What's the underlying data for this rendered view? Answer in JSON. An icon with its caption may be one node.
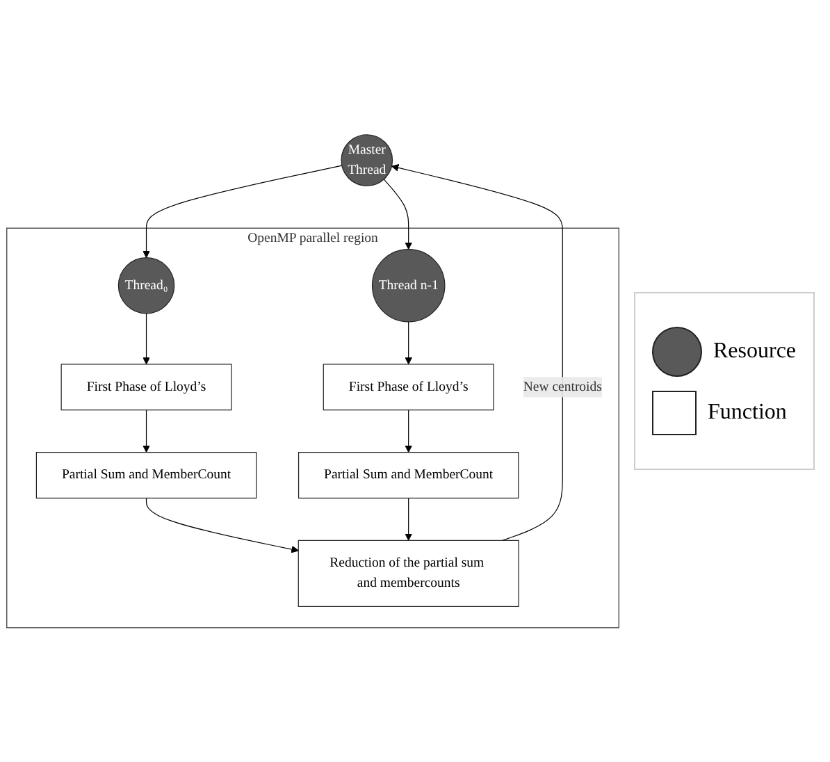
{
  "diagram": {
    "nodes": [
      {
        "text": [
          "Master",
          "Thread"
        ]
      },
      {
        "text": [
          "OpenMP parallel region"
        ]
      },
      {
        "text": [
          "Thread₀"
        ],
        "in": 1
      },
      {
        "text": [
          "Thread n-1"
        ],
        "in": 1
      },
      {
        "text": [
          "First Phase of Lloyd’s"
        ],
        "in": 1
      },
      {
        "text": [
          "First Phase of Lloyd’s"
        ],
        "in": 1
      },
      {
        "text": [
          "Partial Sum and MemberCount"
        ],
        "in": 1
      },
      {
        "text": [
          "Partial Sum and MemberCount"
        ],
        "in": 1
      },
      {
        "text": [
          "Reduction of the partial sum and membercounts"
        ],
        "in": 1
      }
    ],
    "edges": [
      {
        "from": 0,
        "to": 2,
        "arrow": "to"
      },
      {
        "from": 0,
        "to": 3,
        "arrow": "to"
      },
      {
        "from": 2,
        "to": 4,
        "arrow": "to"
      },
      {
        "from": 3,
        "to": 5,
        "arrow": "to"
      },
      {
        "from": 4,
        "to": 6,
        "arrow": "to"
      },
      {
        "from": 5,
        "to": 7,
        "arrow": "to"
      },
      {
        "from": 6,
        "to": 8,
        "arrow": "to"
      },
      {
        "from": 7,
        "to": 8,
        "arrow": "to"
      },
      {
        "from": 8,
        "to": 0,
        "arrow": "to",
        "label": "New centroids"
      }
    ],
    "legend": [
      {
        "text": "Resource"
      },
      {
        "text": "Function"
      }
    ]
  }
}
